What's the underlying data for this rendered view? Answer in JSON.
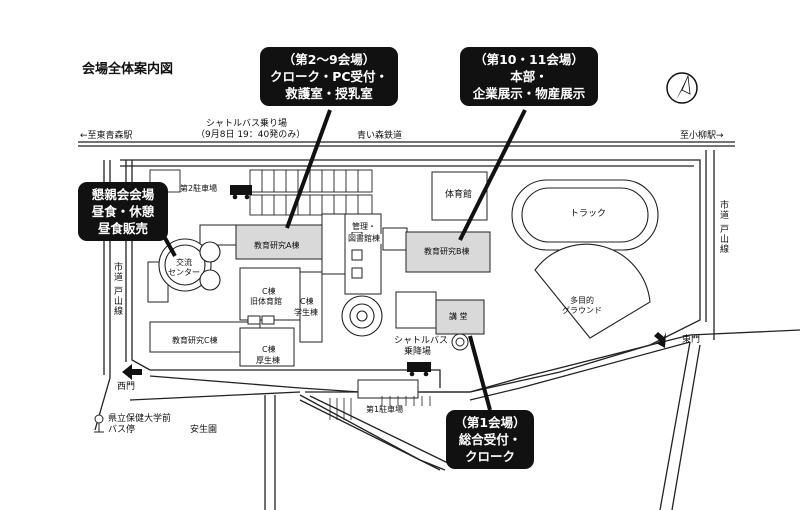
{
  "map": {
    "title": "会場全体案内図",
    "callouts": {
      "block_a": [
        "（第2～9会場）",
        "クローク・PC受付・",
        "救護室・授乳室"
      ],
      "block_b": [
        "（第10・11会場）",
        "本部・",
        "企業展示・物産展示"
      ],
      "konshin": [
        "懇親会会場",
        "昼食・休憩",
        "昼食販売"
      ],
      "dai1": [
        "（第1会場）",
        "総合受付・",
        "クローク"
      ]
    },
    "labels": {
      "shuttle_stop": "シャトルバス乗り場",
      "shuttle_time": "（9月8日 19：40発のみ）",
      "to_higashi_aomori": "←至東青森駅",
      "railway": "青い森鉄道",
      "to_komagome": "至小柳駅→",
      "parking2": "第2駐車場",
      "gym": "体育館",
      "track": "トラック",
      "kanri_1": "管理・",
      "kanri_2": "図書館棟",
      "kenkyu_a": "教育研究A棟",
      "kenkyu_b": "教育研究B棟",
      "koryu_1": "交流",
      "koryu_2": "センター",
      "c_gym_1": "C棟",
      "c_gym_2": "旧体育館",
      "c_gakusei_1": "C棟",
      "c_gakusei_2": "学生棟",
      "kodo": "講 堂",
      "ground_1": "多目的",
      "ground_2": "グラウンド",
      "kenkyu_c": "教育研究C棟",
      "c_kousei_1": "C棟",
      "c_kousei_2": "厚生棟",
      "shuttle_drop_1": "シャトルバス",
      "shuttle_drop_2": "乗降場",
      "east_gate": "東門",
      "west_gate": "西門",
      "parking1": "第1駐車場",
      "bus_stop_1": "県立保健大学前",
      "bus_stop_2": "バス停",
      "anseien": "安生園",
      "road_west": "市道 戸山線",
      "road_east": "市道 戸山線"
    },
    "colors": {
      "callout_bg": "#111111",
      "building_fill": "#d9d9d9",
      "line": "#222222"
    },
    "icons": [
      "north-compass-icon",
      "bus-icon",
      "gate-arrow-icon",
      "bus-stop-icon"
    ]
  }
}
